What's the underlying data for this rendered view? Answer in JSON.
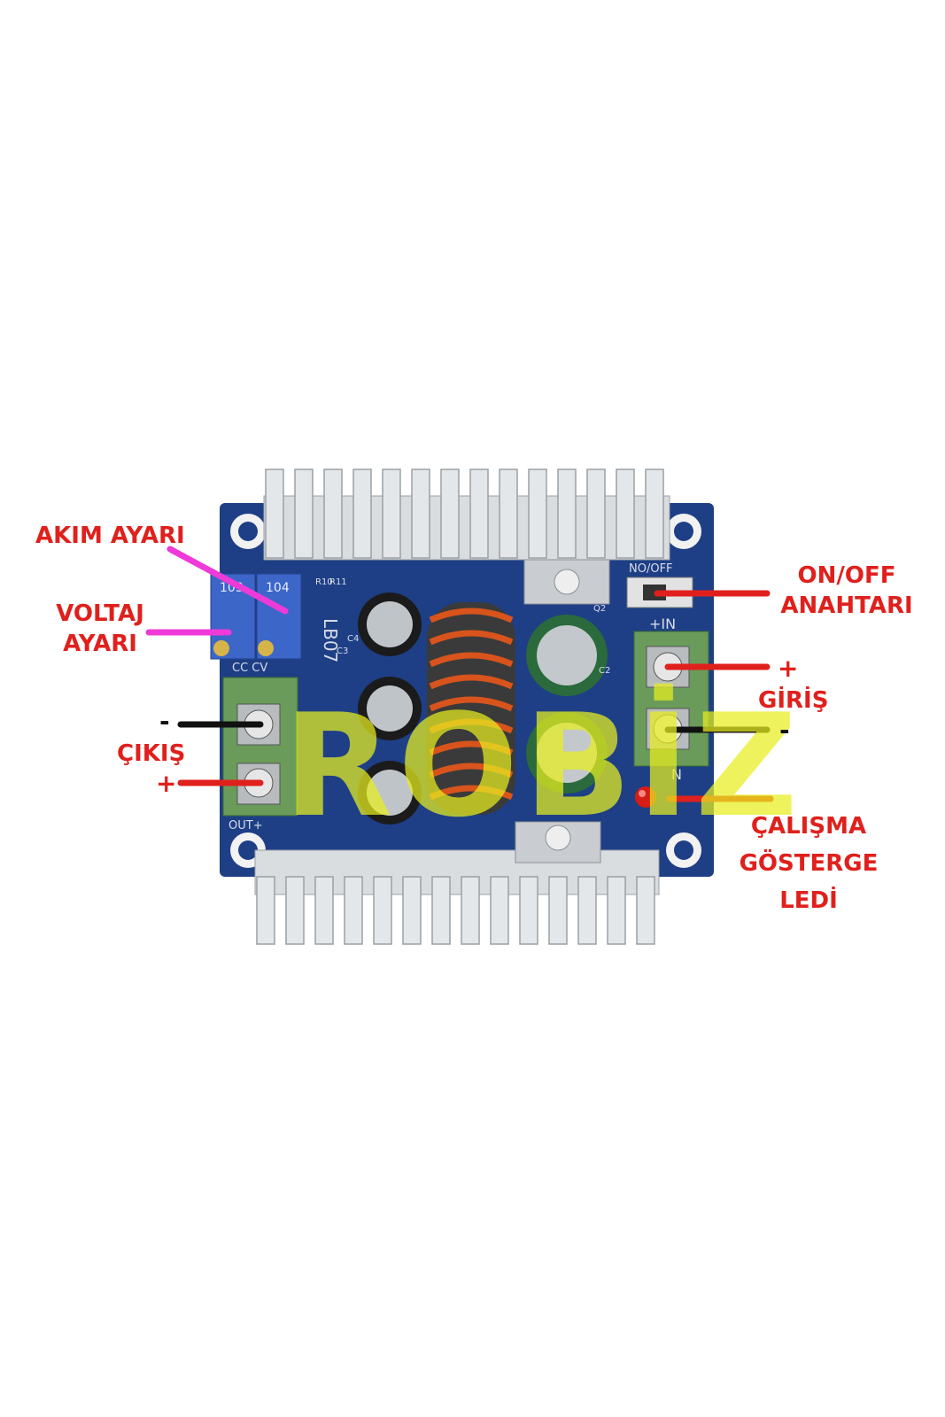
{
  "callouts": {
    "akim_ayari": "AKIM AYARI",
    "voltaj_ayari_1": "VOLTAJ",
    "voltaj_ayari_2": "AYARI",
    "cikis": "ÇIKIŞ",
    "cikis_minus": "-",
    "cikis_plus": "+",
    "onoff_1": "ON/OFF",
    "onoff_2": "ANAHTARI",
    "giris_plus": "+",
    "giris": "GİRİŞ",
    "giris_minus": "-",
    "led_1": "ÇALIŞMA",
    "led_2": "GÖSTERGE",
    "led_3": "LEDİ"
  },
  "board_silkscreen": {
    "model": "LB07",
    "switch": "NO/OFF",
    "in_plus": "+IN",
    "in_minus": "N",
    "out": "OUT+",
    "cc_cv": "CC  CV",
    "r11": "R11",
    "r10": "R10",
    "pot_1": "103",
    "pot_2": "104",
    "c3": "C3",
    "c4": "C4",
    "c2": "C2",
    "q2": "Q2"
  },
  "watermark": "ROBİZ",
  "colors": {
    "label_red": "#e0201c",
    "pcb_blue": "#1e3f86",
    "pointer_magenta": "#ee3ad8",
    "pointer_black": "#111111",
    "terminal_green": "#6a9b5a",
    "heatsink": "#d9dde0",
    "watermark_yellow": "#e8ef1f"
  }
}
